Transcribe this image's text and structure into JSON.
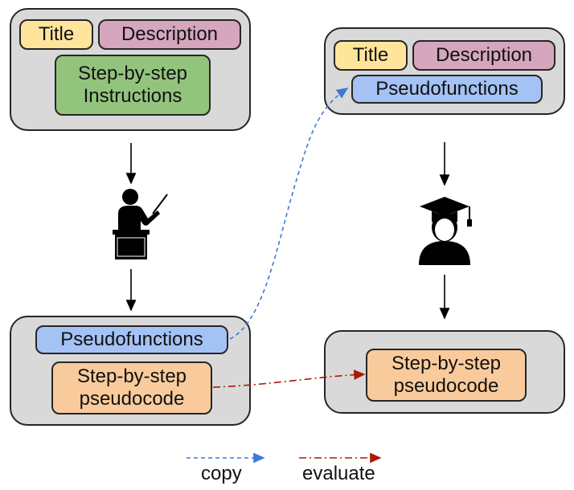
{
  "left_input": {
    "title_label": "Title",
    "description_label": "Description",
    "instructions_label": "Step-by-step\nInstructions"
  },
  "right_input": {
    "title_label": "Title",
    "description_label": "Description",
    "pseudofunctions_label": "Pseudofunctions"
  },
  "left_output": {
    "pseudofunctions_label": "Pseudofunctions",
    "pseudocode_label": "Step-by-step\npseudocode"
  },
  "right_output": {
    "pseudocode_label": "Step-by-step\npseudocode"
  },
  "icons": {
    "teacher": "teacher-icon",
    "student": "student-icon"
  },
  "legend": {
    "copy_label": "copy",
    "evaluate_label": "evaluate"
  },
  "colors": {
    "panel": "#d9d9d9",
    "title_chip": "#ffe59b",
    "description_chip": "#d5a6bd",
    "instructions_chip": "#93c47d",
    "pseudofunctions_chip": "#a4c2f4",
    "pseudocode_chip": "#f9cb9c",
    "copy_arrow": "#3c78d8",
    "evaluate_arrow": "#a61c00"
  }
}
